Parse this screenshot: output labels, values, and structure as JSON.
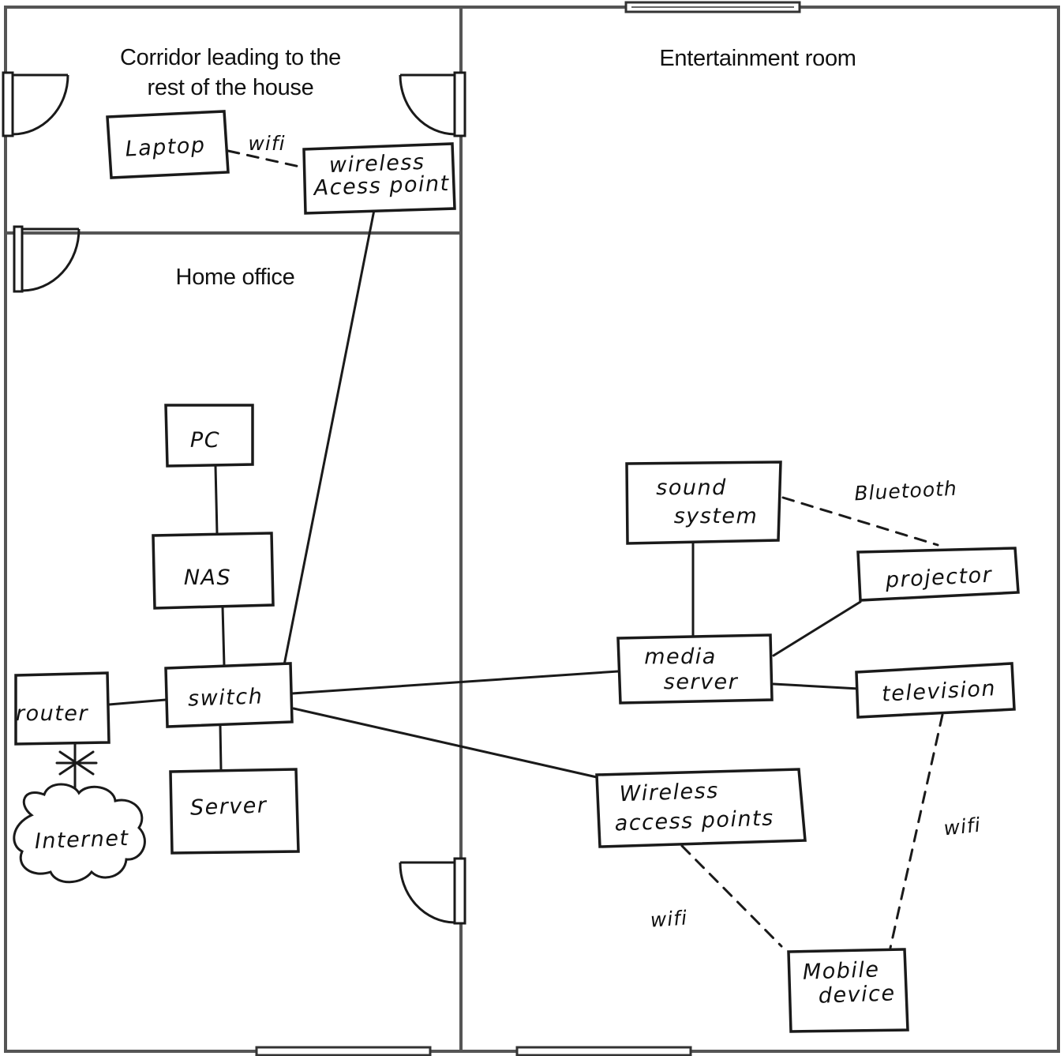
{
  "rooms": {
    "corridor": {
      "line1": "Corridor leading to the",
      "line2": "rest of the house"
    },
    "office": "Home office",
    "entertainment": "Entertainment room"
  },
  "devices": {
    "laptop": "Laptop",
    "wap_corridor": {
      "line1": "wireless",
      "line2": "Acess point"
    },
    "pc": "PC",
    "nas": "NAS",
    "switch": "switch",
    "router": "router",
    "server": "Server",
    "internet": "Internet",
    "sound_system": {
      "line1": "sound",
      "line2": "system"
    },
    "projector": "projector",
    "media_server": {
      "line1": "media",
      "line2": "server"
    },
    "television": "television",
    "wap_entertainment": {
      "line1": "Wireless",
      "line2": "access points"
    },
    "mobile": {
      "line1": "Mobile",
      "line2": "device"
    }
  },
  "links": {
    "laptop_wap": "wifi",
    "sound_projector": "Bluetooth",
    "tv_mobile": "wifi",
    "wap_mobile": "wifi"
  }
}
